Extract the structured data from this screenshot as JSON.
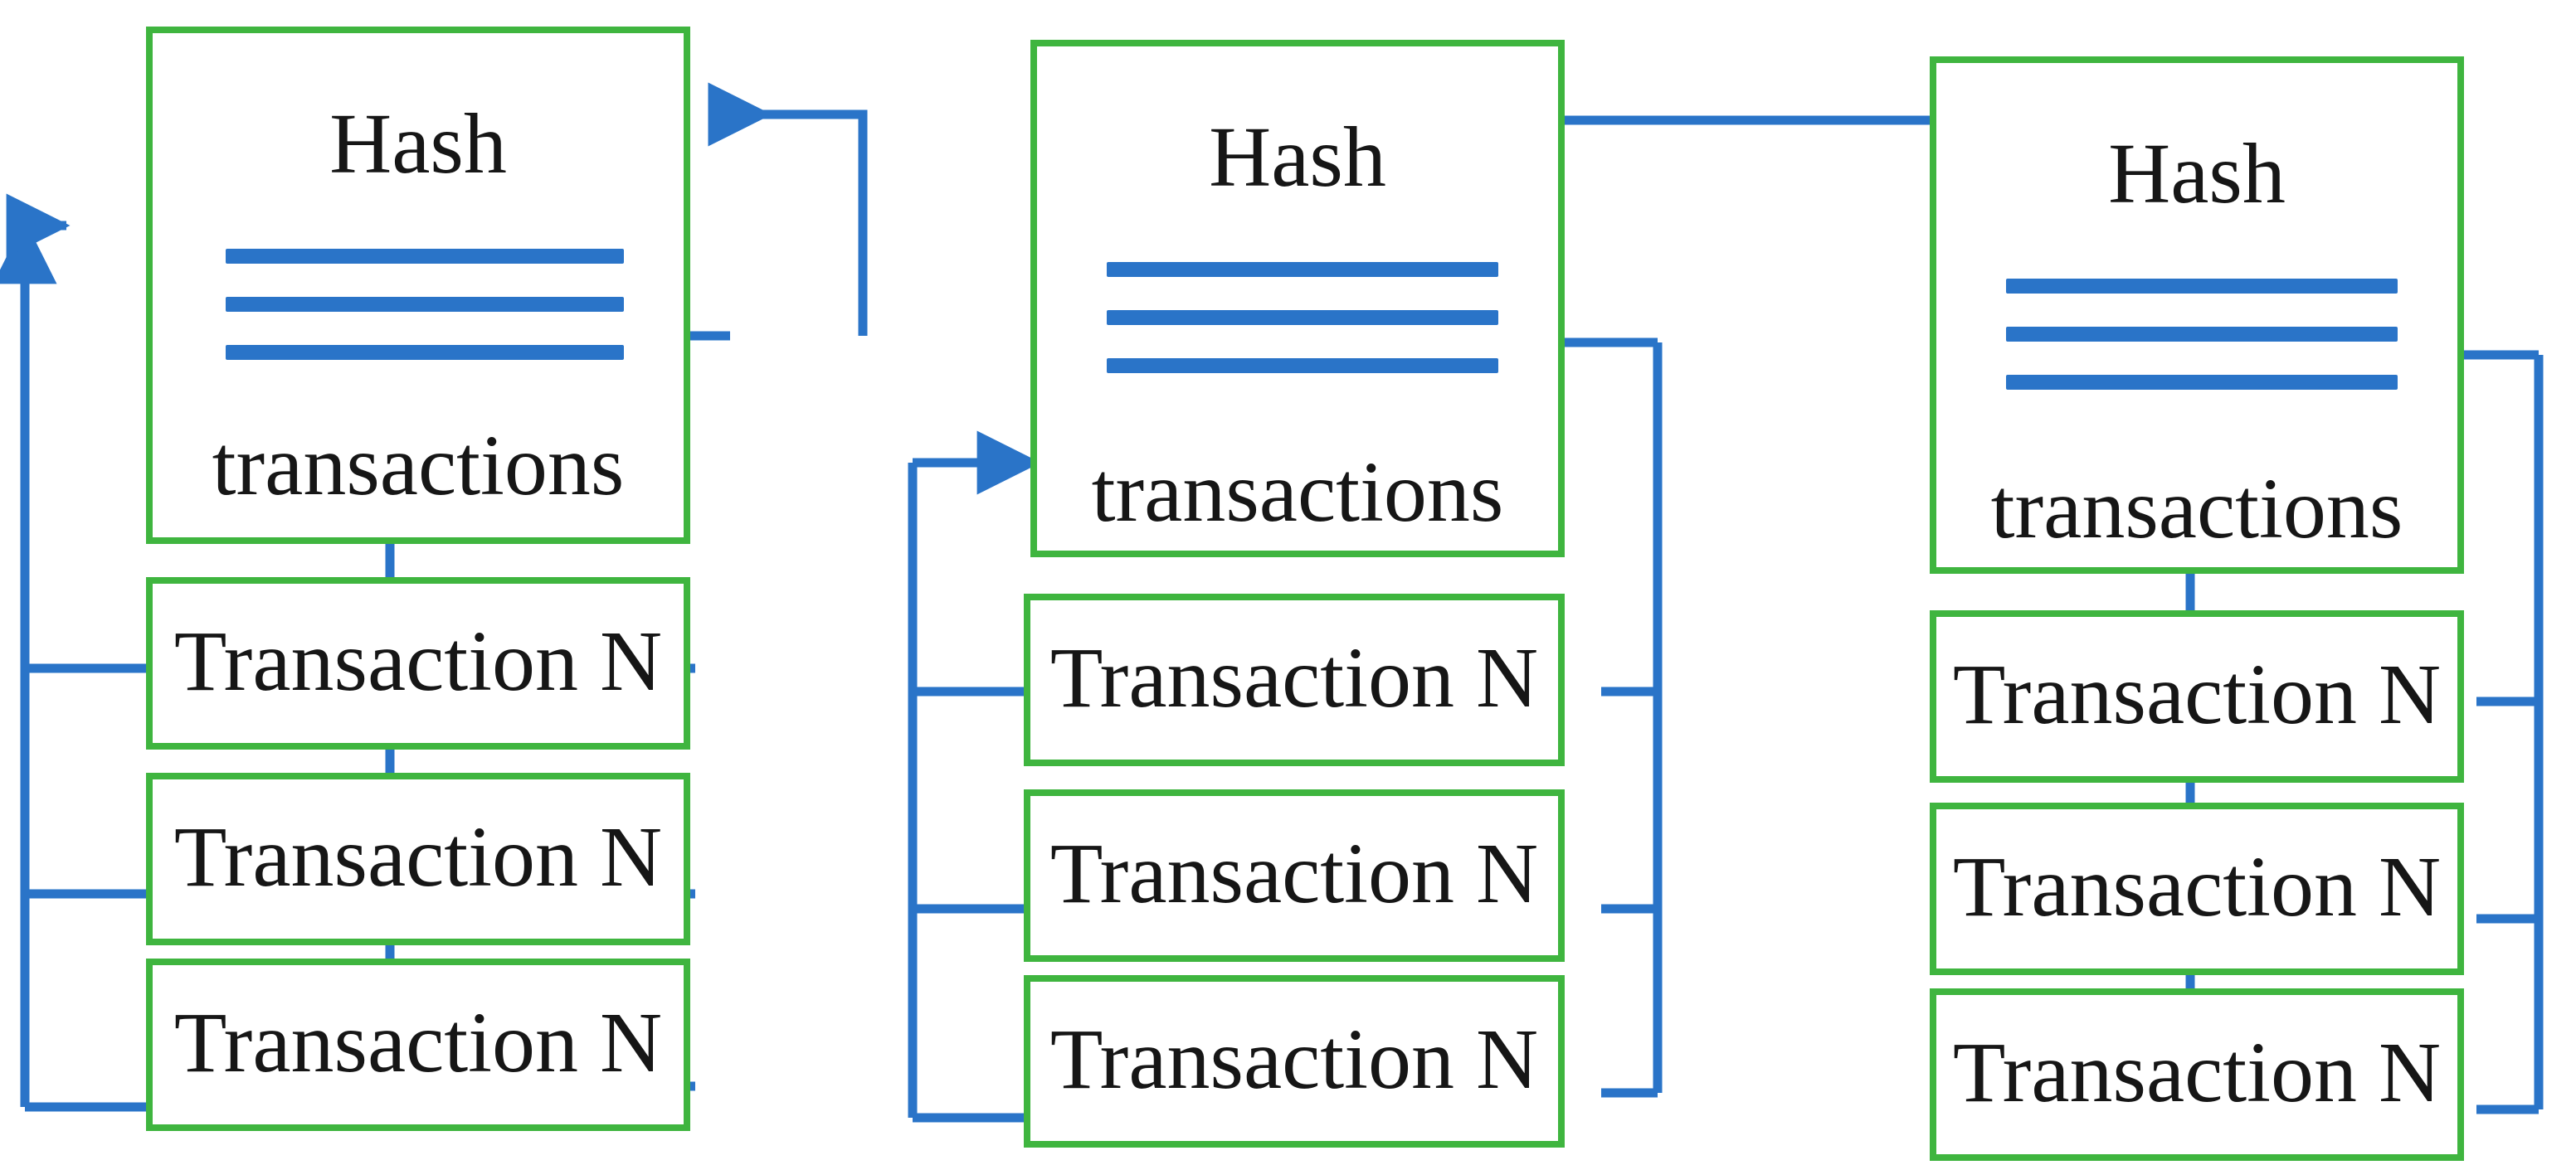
{
  "diagram": {
    "title": "Blockchain structure diagram",
    "colors": {
      "block_border": "#3fb53f",
      "wire": "#2a74c8",
      "background": "#ffffff",
      "text": "#161616"
    },
    "block_count": 3,
    "blocks": [
      {
        "id": "block-1",
        "hash_label": "Hash",
        "transactions_label": "transactions",
        "hash_line_count": 3,
        "transactions": [
          {
            "label": "Transaction N"
          },
          {
            "label": "Transaction N"
          },
          {
            "label": "Transaction N"
          }
        ]
      },
      {
        "id": "block-2",
        "hash_label": "Hash",
        "transactions_label": "transactions",
        "hash_line_count": 3,
        "transactions": [
          {
            "label": "Transaction N"
          },
          {
            "label": "Transaction N"
          },
          {
            "label": "Transaction N"
          }
        ]
      },
      {
        "id": "block-3",
        "hash_label": "Hash",
        "transactions_label": "transactions",
        "hash_line_count": 3,
        "transactions": [
          {
            "label": "Transaction N"
          },
          {
            "label": "Transaction N"
          },
          {
            "label": "Transaction N"
          }
        ]
      }
    ],
    "connectors": {
      "chain_link_arrow_direction": "right-to-left",
      "transaction_feed_arrow_direction": "left-to-right",
      "hash_collector_arrow_direction": "right-to-left"
    }
  }
}
